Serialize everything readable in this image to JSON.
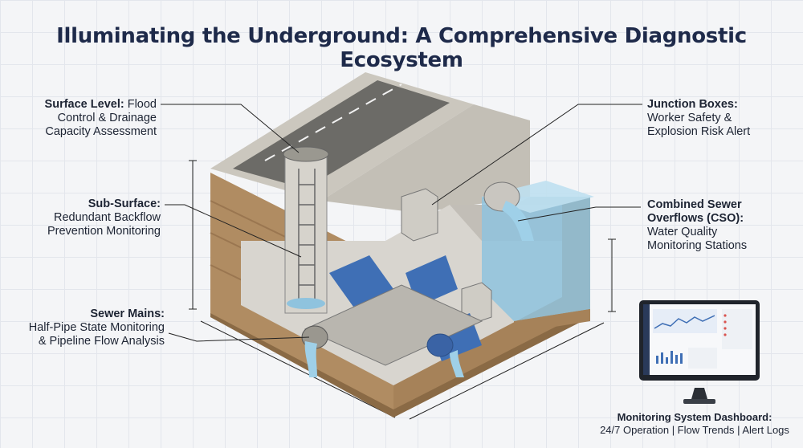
{
  "title": "Illuminating the Underground: A Comprehensive Diagnostic Ecosystem",
  "labels": {
    "surface": {
      "head": "Surface Level:",
      "l1": "Flood",
      "l2": "Control & Drainage",
      "l3": "Capacity Assessment"
    },
    "subsurface": {
      "head": "Sub-Surface:",
      "l1": "Redundant Backflow",
      "l2": "Prevention Monitoring"
    },
    "mains": {
      "head": "Sewer Mains:",
      "l1": "Half-Pipe State Monitoring",
      "l2": "& Pipeline Flow Analysis"
    },
    "junction": {
      "head": "Junction Boxes:",
      "l1": "Worker Safety &",
      "l2": "Explosion Risk Alert"
    },
    "cso": {
      "head1": "Combined Sewer",
      "head2": "Overflows (CSO):",
      "l1": "Water Quality",
      "l2": "Monitoring Stations"
    }
  },
  "dashboard": {
    "title": "Monitoring System Dashboard:",
    "subtitle": "24/7 Operation | Flow Trends | Alert Logs"
  },
  "colors": {
    "title": "#1e2a4a",
    "pipe_blue": "#3f6fb5",
    "water": "#8fc3de",
    "soil": "#b08c62",
    "concrete": "#c9c6c0",
    "road": "#6c6b67"
  }
}
